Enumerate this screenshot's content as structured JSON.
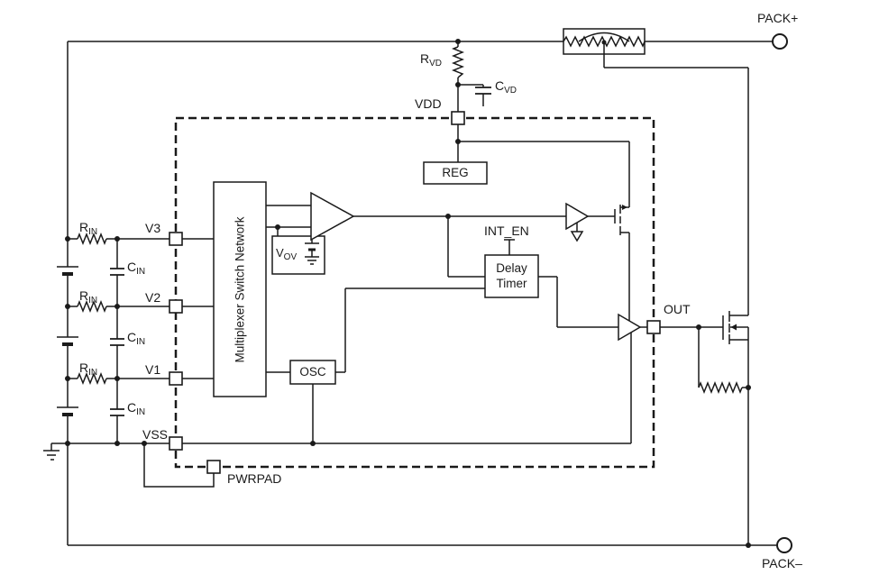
{
  "terminals": {
    "pack_plus": "PACK+",
    "pack_minus": "PACK–"
  },
  "pins": {
    "vdd": "VDD",
    "v3": "V3",
    "v2": "V2",
    "v1": "V1",
    "vss": "VSS",
    "out": "OUT",
    "pwrpad": "PWRPAD"
  },
  "signals": {
    "int_en": "INT_EN"
  },
  "blocks": {
    "reg": "REG",
    "mux": "Multiplexer Switch Network",
    "osc": "OSC",
    "delay_timer": "Delay Timer"
  },
  "components": {
    "rvd": {
      "name": "R",
      "sub": "VD"
    },
    "cvd": {
      "name": "C",
      "sub": "VD"
    },
    "rin": {
      "name": "R",
      "sub": "IN"
    },
    "cin": {
      "name": "C",
      "sub": "IN"
    },
    "vov": {
      "name": "V",
      "sub": "OV"
    }
  },
  "colors": {
    "line": "#1a1a1a",
    "background": "#ffffff"
  }
}
